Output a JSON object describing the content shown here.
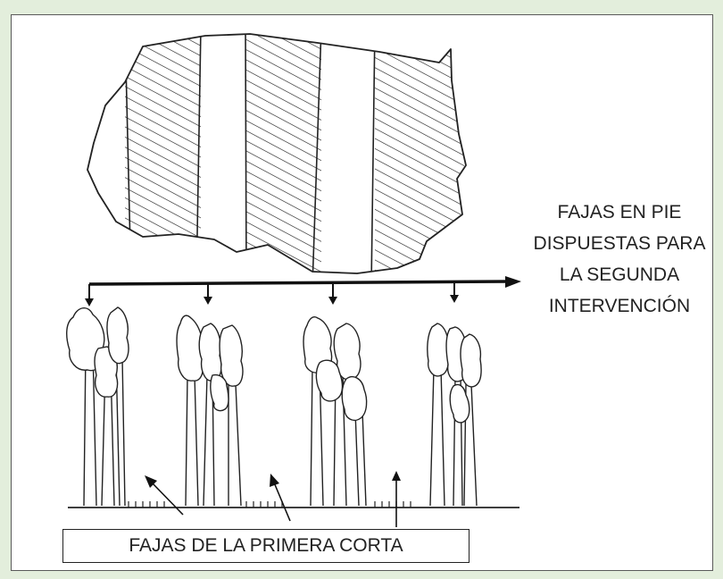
{
  "labels": {
    "standing_strips_lines": [
      "FAJAS EN PIE",
      "DISPUESTAS PARA",
      "LA SEGUNDA",
      "INTERVENCIÓN"
    ],
    "first_cut_strips": "FAJAS DE LA PRIMERA CORTA"
  },
  "colors": {
    "page_background": "#e3eedc",
    "panel_background": "#ffffff",
    "ink": "#222222"
  }
}
